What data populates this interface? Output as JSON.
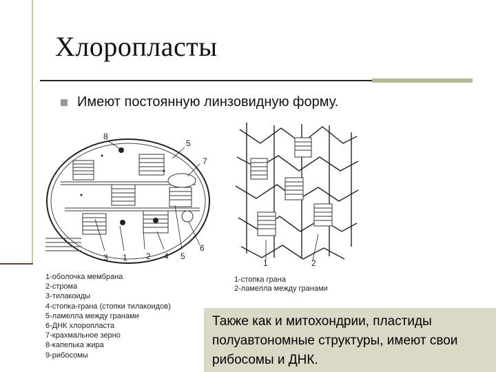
{
  "slide": {
    "title": "Хлоропласты",
    "bullet": "Имеют постоянную линзовидную форму.",
    "callout": "Также как и митохондрии, пластиды полуавтономные структуры, имеют свои рибосомы и ДНК."
  },
  "figure": {
    "left_labels": [
      "8",
      "5",
      "7",
      "3",
      "1",
      "2",
      "4",
      "5",
      "6"
    ],
    "right_labels": [
      "1",
      "2"
    ],
    "legend_left": [
      "1-оболочка мембрана",
      "2-строма",
      "3-тилакоиды",
      "4-стопка-грана (стопки тилакоидов)",
      "5-ламелла между гранами",
      "6-ДНК хлоропласта",
      "7-крахмальное зерно",
      "8-капелька жира",
      "9-рибосомы"
    ],
    "legend_right": [
      "1-стопка грана",
      "2-ламелла между гранами"
    ]
  },
  "colors": {
    "callout_bg": "#d9d9c6",
    "accent": "#b8b890"
  }
}
